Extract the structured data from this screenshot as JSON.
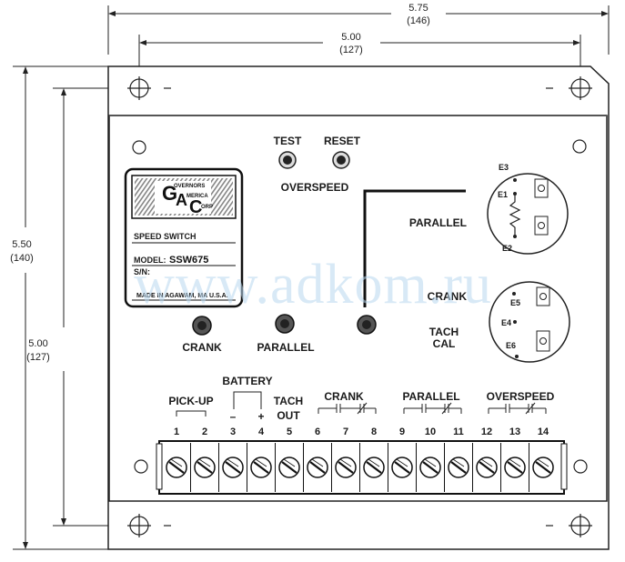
{
  "dimensions": {
    "overall_width": "5.75",
    "overall_width_mm": "(146)",
    "hole_spacing_width": "5.00",
    "hole_spacing_width_mm": "(127)",
    "overall_height": "5.50",
    "overall_height_mm": "(140)",
    "hole_spacing_height": "5.00",
    "hole_spacing_height_mm": "(127)"
  },
  "top_controls": {
    "test_label": "TEST",
    "reset_label": "RESET",
    "overspeed_label": "OVERSPEED"
  },
  "nameplate": {
    "logo_g": "G",
    "logo_a": "A",
    "logo_c": "C",
    "logo_governors": "OVERNORS",
    "logo_america": "MERICA",
    "logo_corp": "ORP",
    "product": "SPEED SWITCH",
    "model_label": "MODEL:",
    "model_value": "SSW675",
    "sn_label": "S/N:",
    "made_in": "MADE IN AGAWAM, MA U.S.A."
  },
  "pots": {
    "crank_label": "CRANK",
    "parallel_label": "PARALLEL"
  },
  "jumpers": {
    "parallel_label": "PARALLEL",
    "crank_label": "CRANK",
    "tach_label": "TACH",
    "cal_label": "CAL",
    "e1": "E1",
    "e2": "E2",
    "e3": "E3",
    "e4": "E4",
    "e5": "E5",
    "e6": "E6"
  },
  "terminal_groups": {
    "pickup": "PICK-UP",
    "battery": "BATTERY",
    "minus": "–",
    "plus": "+",
    "tach": "TACH",
    "out": "OUT",
    "crank": "CRANK",
    "parallel": "PARALLEL",
    "overspeed": "OVERSPEED"
  },
  "terminals": [
    "1",
    "2",
    "3",
    "4",
    "5",
    "6",
    "7",
    "8",
    "9",
    "10",
    "11",
    "12",
    "13",
    "14"
  ],
  "watermark": "www.adkom.ru"
}
